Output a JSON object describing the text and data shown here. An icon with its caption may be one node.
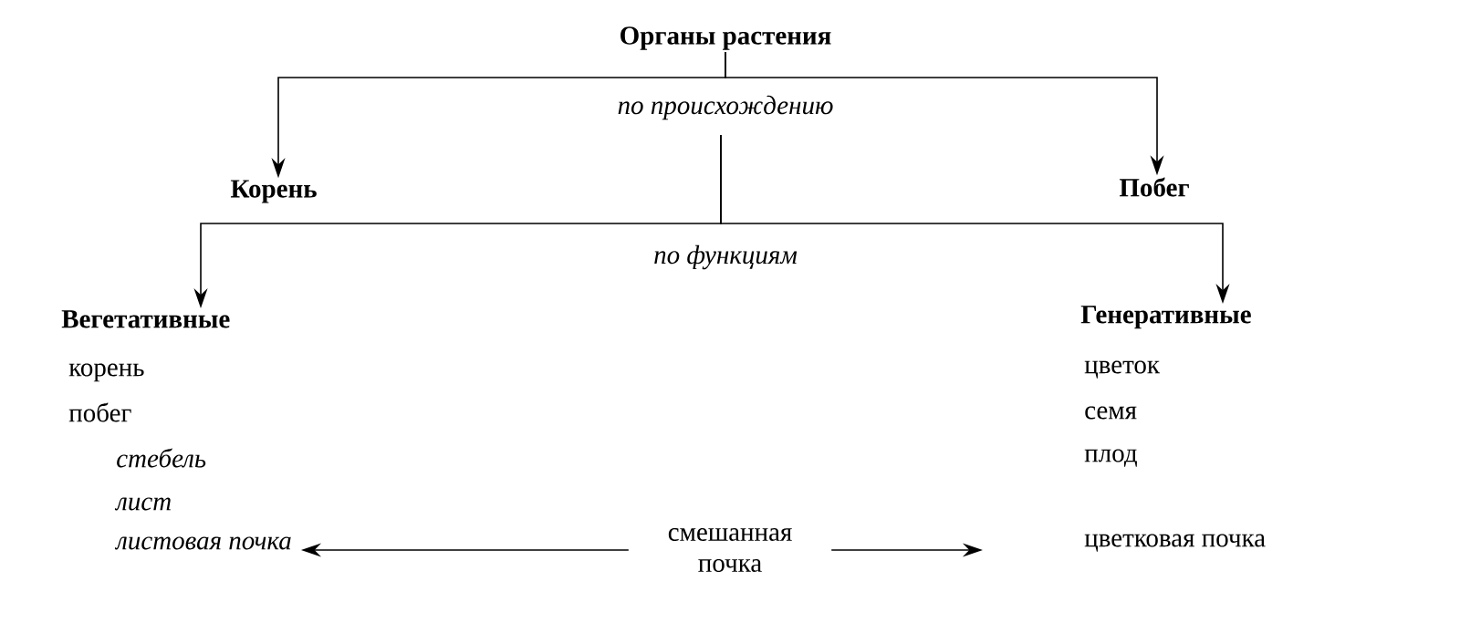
{
  "diagram": {
    "nodes": [
      {
        "text": [
          "Органы растения"
        ]
      },
      {
        "text": [
          "Корень"
        ]
      },
      {
        "text": [
          "Побег"
        ]
      },
      {
        "text": [
          "Вегетативные",
          "корень",
          "побег",
          "стебель",
          "лист",
          "листовая почка"
        ]
      },
      {
        "text": [
          "Генеративные",
          "цветок",
          "семя",
          "плод",
          "цветковая почка"
        ]
      },
      {
        "text": [
          "смешанная почка"
        ]
      }
    ],
    "edges": [
      {
        "from": 0,
        "to": 1,
        "arrow": "to"
      },
      {
        "from": 0,
        "to": 2,
        "arrow": "to"
      },
      {
        "from": null,
        "to": 3,
        "arrow": "to"
      },
      {
        "from": null,
        "to": 4,
        "arrow": "to"
      },
      {
        "from": 5,
        "to": 3,
        "arrow": "to"
      },
      {
        "from": 5,
        "to": 4,
        "arrow": "to"
      }
    ],
    "labels": [
      "по происхождению",
      "по функциям"
    ]
  }
}
